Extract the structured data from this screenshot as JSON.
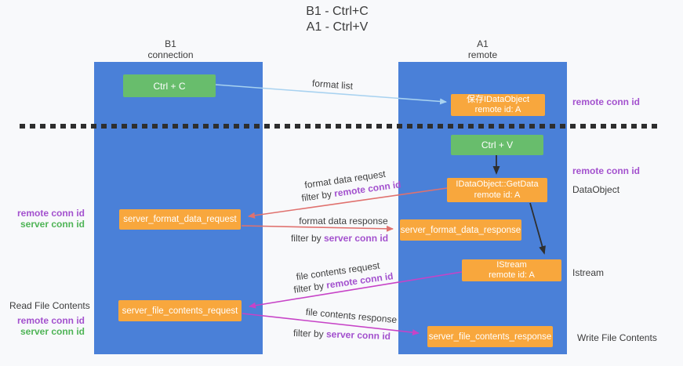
{
  "title": {
    "line1": "B1 - Ctrl+C",
    "line2": "A1 - Ctrl+V"
  },
  "columns": {
    "left": {
      "name": "B1",
      "role": "connection"
    },
    "right": {
      "name": "A1",
      "role": "remote"
    }
  },
  "nodes": {
    "ctrl_c": {
      "label": "Ctrl + C"
    },
    "ctrl_v": {
      "label": "Ctrl + V"
    },
    "save_dataobject": {
      "line1": "保存IDataObject",
      "line2": "remote id: A"
    },
    "getdata": {
      "line1": "IDataObject::GetData",
      "line2": "remote id: A"
    },
    "istream": {
      "line1": "IStream",
      "line2": "remote id: A"
    },
    "format_request": {
      "label": "server_format_data_request"
    },
    "format_response": {
      "label": "server_format_data_response"
    },
    "file_request": {
      "label": "server_file_contents_request"
    },
    "file_response": {
      "label": "server_file_contents_response"
    }
  },
  "arrows": {
    "format_list": {
      "label": "format list"
    },
    "format_data_request": {
      "label": "format data request",
      "filter_prefix": "filter by ",
      "filter_key": "remote conn id"
    },
    "format_data_response": {
      "label": "format data response",
      "filter_prefix": "filter by ",
      "filter_key": "server conn id"
    },
    "file_contents_request": {
      "label": "file contents request",
      "filter_prefix": "filter by ",
      "filter_key": "remote conn id"
    },
    "file_contents_response": {
      "label": "file contents response",
      "filter_prefix": "filter by ",
      "filter_key": "server conn id"
    }
  },
  "side_labels": {
    "remote_conn_id": "remote conn id",
    "server_conn_id": "server conn id",
    "dataobject": "DataObject",
    "istream": "Istream",
    "read_file_contents": "Read File Contents",
    "write_file_contents": "Write File Contents"
  },
  "colors": {
    "column_blue": "#4a80d8",
    "box_orange": "#f8a73d",
    "box_green": "#68bd6c",
    "arrow_lightblue": "#a8d2f0",
    "arrow_red": "#e0716e",
    "arrow_magenta": "#c743c7",
    "arrow_black": "#2f2f2f",
    "text_purple": "#a351ce",
    "text_green": "#4fb456"
  }
}
